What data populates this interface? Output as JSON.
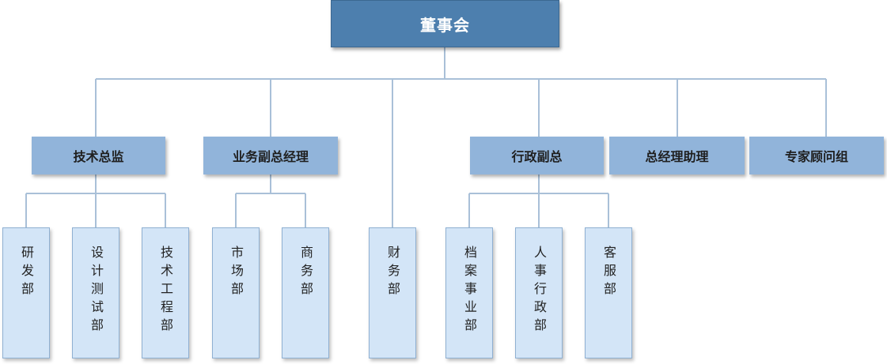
{
  "root": {
    "label": "董事会"
  },
  "level1": [
    {
      "label": "技术总监"
    },
    {
      "label": "业务副总经理"
    },
    {
      "label": "行政副总"
    },
    {
      "label": "总经理助理"
    },
    {
      "label": "专家顾问组"
    }
  ],
  "level2": [
    {
      "label": "研发部"
    },
    {
      "label": "设计测试部"
    },
    {
      "label": "技术工程部"
    },
    {
      "label": "市场部"
    },
    {
      "label": "商务部"
    },
    {
      "label": "财务部"
    },
    {
      "label": "档案事业部"
    },
    {
      "label": "人事行政部"
    },
    {
      "label": "客服部"
    }
  ]
}
